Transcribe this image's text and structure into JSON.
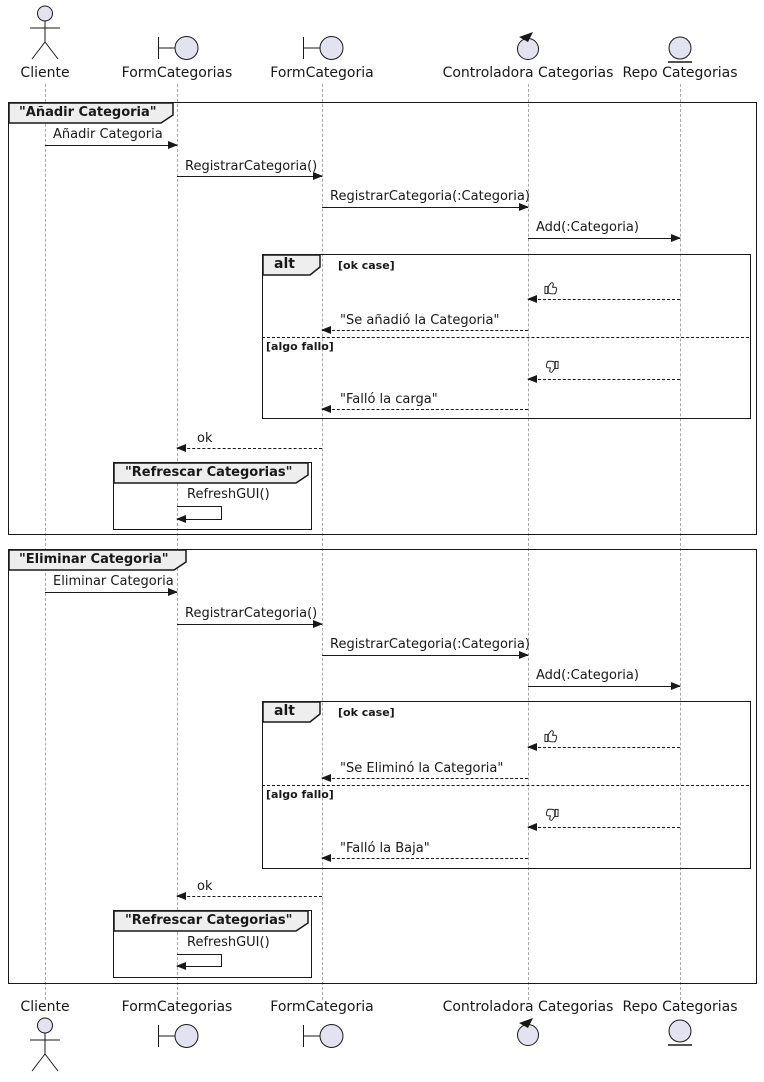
{
  "diagram_type": "uml-sequence",
  "colors": {
    "participant_fill": "#E2E2F0",
    "stroke": "#181818",
    "frame_header_bg": "#EEEEEE",
    "lifeline": "#A8A8A8"
  },
  "participants": [
    {
      "name": "Cliente",
      "type": "actor",
      "icon": "actor-icon"
    },
    {
      "name": "FormCategorias",
      "type": "boundary",
      "icon": "boundary-icon"
    },
    {
      "name": "FormCategoria",
      "type": "boundary",
      "icon": "boundary-icon"
    },
    {
      "name": "Controladora Categorias",
      "type": "control",
      "icon": "control-icon"
    },
    {
      "name": "Repo Categorias",
      "type": "entity",
      "icon": "entity-icon"
    }
  ],
  "frame1": {
    "title": "\"Añadir Categoria\"",
    "msg1": "Añadir Categoria",
    "msg2": "RegistrarCategoria()",
    "msg3": "RegistrarCategoria(:Categoria)",
    "msg4": "Add(:Categoria)",
    "alt": {
      "operator": "alt",
      "guard_ok": "[ok case]",
      "ok_icon": "thumb-up-icon",
      "return_ok": "\"Se añadió la Categoria\"",
      "guard_fail": "[algo fallo]",
      "fail_icon": "thumb-down-icon",
      "return_fail": "\"Falló la carga\""
    },
    "ok": "ok",
    "sub": {
      "title": "\"Refrescar Categorias\"",
      "msg": "RefreshGUI()"
    }
  },
  "frame2": {
    "title": "\"Eliminar Categoria\"",
    "msg1": "Eliminar Categoria",
    "msg2": "RegistrarCategoria()",
    "msg3": "RegistrarCategoria(:Categoria)",
    "msg4": "Add(:Categoria)",
    "alt": {
      "operator": "alt",
      "guard_ok": "[ok case]",
      "ok_icon": "thumb-up-icon",
      "return_ok": "\"Se Eliminó la Categoria\"",
      "guard_fail": "[algo fallo]",
      "fail_icon": "thumb-down-icon",
      "return_fail": "\"Falló la Baja\""
    },
    "ok": "ok",
    "sub": {
      "title": "\"Refrescar Categorias\"",
      "msg": "RefreshGUI()"
    }
  }
}
